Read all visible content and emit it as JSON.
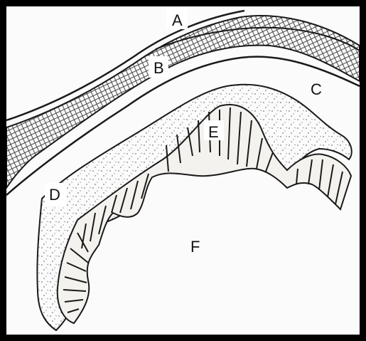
{
  "labels": {
    "A": "A",
    "B": "B",
    "C": "C",
    "D": "D",
    "E": "E",
    "F": "F"
  },
  "colors": {
    "frame": "#000000",
    "background": "#fbfbfb",
    "ink": "#1a1a1a",
    "tissue_fill": "#ece8e0"
  }
}
